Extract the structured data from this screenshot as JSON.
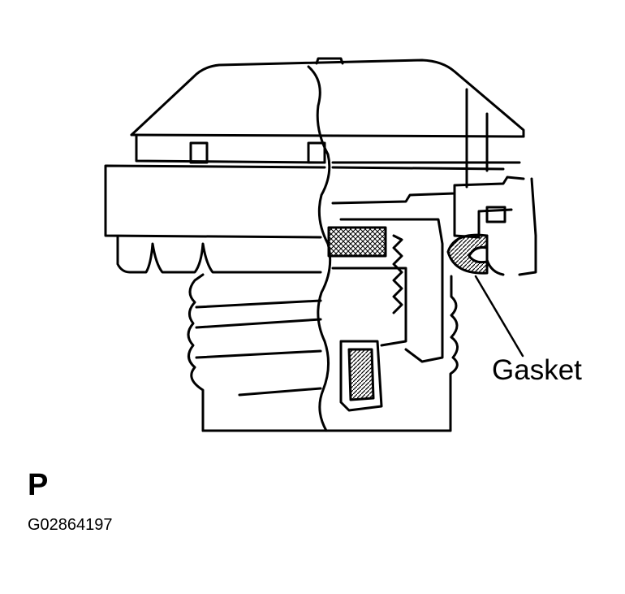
{
  "diagram": {
    "callout_label": "Gasket",
    "view_letter": "P",
    "figure_id": "G02864197"
  },
  "colors": {
    "line": "#000000",
    "background": "#ffffff",
    "hatch": "#000000"
  }
}
